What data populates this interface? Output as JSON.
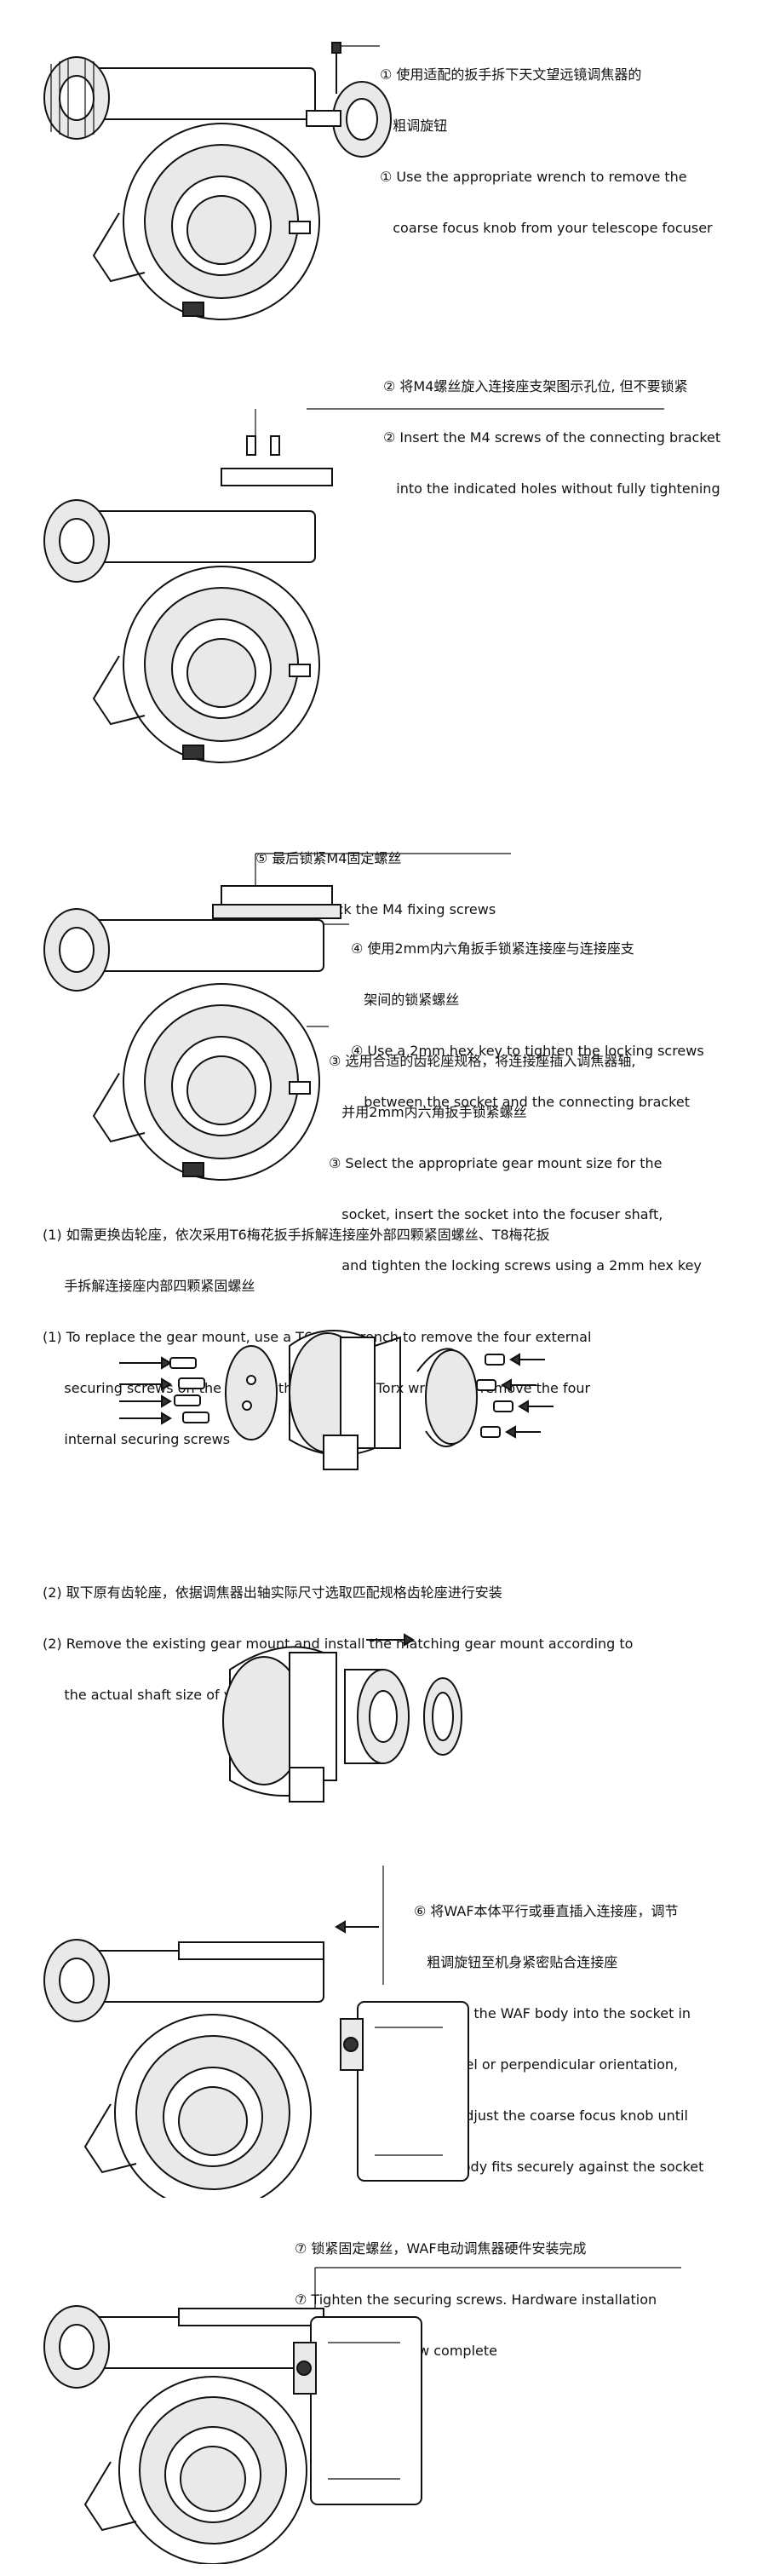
{
  "steps": [
    {
      "id": "s1",
      "lines": [
        "① 使用适配的扳手拆下天文望远镜调焦器的",
        "   粗调旋钮",
        "① Use the appropriate wrench to remove the",
        "   coarse focus knob from your telescope focuser"
      ]
    },
    {
      "id": "s2",
      "lines": [
        "② 将M4螺丝旋入连接座支架图示孔位, 但不要锁紧",
        "② Insert the M4 screws of the connecting bracket",
        "   into the indicated holes without fully tightening"
      ]
    },
    {
      "id": "s5",
      "lines": [
        "⑤ 最后锁紧M4固定螺丝",
        "⑤ Finally, lock the M4 fixing screws"
      ]
    },
    {
      "id": "s4",
      "lines": [
        "④ 使用2mm内六角扳手锁紧连接座与连接座支",
        "   架间的锁紧螺丝",
        "④ Use a 2mm hex key to tighten the locking screws",
        "   between the socket and the connecting bracket"
      ]
    },
    {
      "id": "s3",
      "lines": [
        "③ 选用合适的齿轮座规格，将连接座插入调焦器轴,",
        "   并用2mm内六角扳手锁紧螺丝",
        "③ Select the appropriate gear mount size for the",
        "   socket, insert the socket into the focuser shaft,",
        "   and tighten the locking screws using a 2mm hex key"
      ]
    },
    {
      "id": "n1",
      "lines": [
        "(1) 如需更换齿轮座，依次采用T6梅花扳手拆解连接座外部四颗紧固螺丝、T8梅花扳",
        "     手拆解连接座内部四颗紧固螺丝",
        "(1) To replace the gear mount, use a T6 Torx wrench to remove the four external",
        "     securing screws on the socket, then use a T8 Torx wrench to remove the four",
        "     internal securing screws"
      ]
    },
    {
      "id": "n2",
      "lines": [
        "(2) 取下原有齿轮座，依据调焦器出轴实际尺寸选取匹配规格齿轮座进行安装",
        "(2) Remove the existing gear mount and install the matching gear mount according to",
        "     the actual shaft size of your focuser"
      ]
    },
    {
      "id": "s6",
      "lines": [
        "⑥ 将WAF本体平行或垂直插入连接座，调节",
        "   粗调旋钮至机身紧密贴合连接座",
        "⑥ Insert the WAF body into the socket in",
        "   parallel or perpendicular orientation,",
        "   and adjust the coarse focus knob until",
        "   the body fits securely against the socket"
      ]
    },
    {
      "id": "s7",
      "lines": [
        "⑦ 锁紧固定螺丝，WAF电动调焦器硬件安装完成",
        "⑦ Tighten the securing screws. Hardware installation",
        "   of the WAF is now complete"
      ]
    }
  ]
}
